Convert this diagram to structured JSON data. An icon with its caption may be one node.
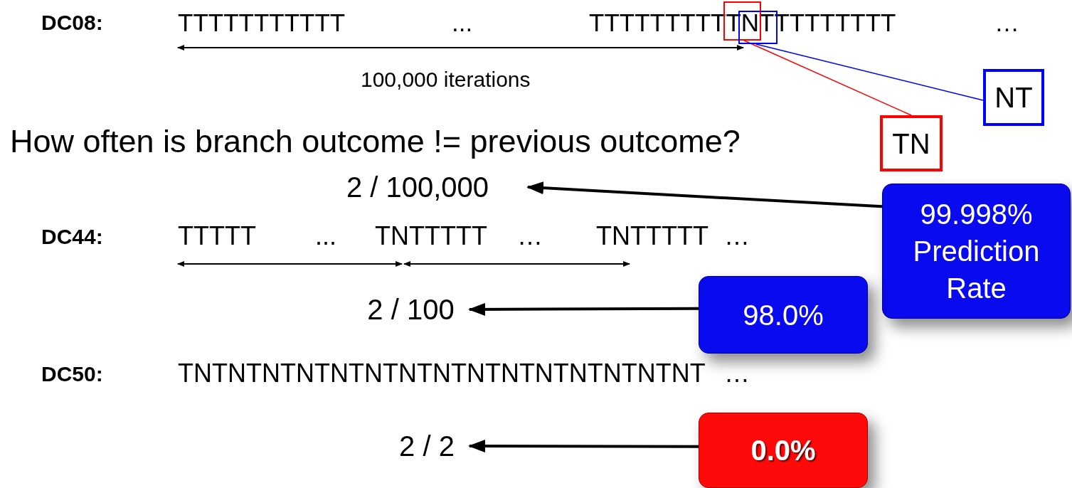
{
  "diagram": {
    "nodes": [
      {
        "text": [],
        "shape": "box"
      },
      {
        "text": [],
        "shape": "box"
      },
      {
        "text": [
          "NT"
        ]
      },
      {
        "text": [
          "TN"
        ]
      },
      {
        "text": [
          "2 / 100,000"
        ]
      },
      {
        "text": [
          "99.998% Prediction Rate"
        ]
      },
      {
        "text": [
          "98.0%"
        ]
      },
      {
        "text": [
          "2 / 100"
        ]
      },
      {
        "text": [
          "0.0%"
        ]
      },
      {
        "text": [
          "2 / 2"
        ]
      }
    ],
    "edges": [
      {
        "from": 0,
        "to": 3,
        "arrow": "none",
        "color": "#ff0000"
      },
      {
        "from": 1,
        "to": 2,
        "arrow": "none",
        "color": "#0000ff"
      },
      {
        "from": 5,
        "to": 4,
        "arrow": "to"
      },
      {
        "from": 6,
        "to": 7,
        "arrow": "to"
      },
      {
        "from": 8,
        "to": 9,
        "arrow": "to"
      }
    ],
    "labels": [
      "DC08:",
      "TTTTTTTTTTT",
      "...",
      "TTTTTTTTTTNTTTTTTTTT",
      "…",
      "100,000 iterations",
      "How often is branch outcome != previous outcome?",
      "DC44:",
      "TTTTT",
      "...",
      "TNTTTTT",
      "…",
      "TNTTTTT",
      "…",
      "DC50:",
      "TNTNTNTNTNTNTNTNTNTNTNTNTNTNTNT",
      "…"
    ]
  }
}
